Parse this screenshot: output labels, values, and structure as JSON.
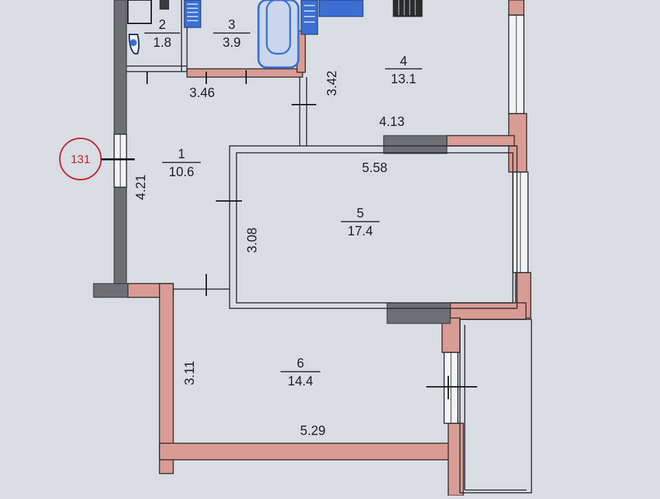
{
  "plan": {
    "marker": {
      "label": "131",
      "color": "#c41e2e"
    },
    "rooms": [
      {
        "number": "1",
        "area": "10.6"
      },
      {
        "number": "2",
        "area": "1.8"
      },
      {
        "number": "3",
        "area": "3.9"
      },
      {
        "number": "4",
        "area": "13.1"
      },
      {
        "number": "5",
        "area": "17.4"
      },
      {
        "number": "6",
        "area": "14.4"
      }
    ],
    "dimensions": [
      "3.46",
      "3.42",
      "4.13",
      "5.58",
      "4.21",
      "3.08",
      "3.11",
      "5.29"
    ]
  },
  "colors": {
    "paper": "#d8dde4",
    "exterior_wall": "#d99c94",
    "bearing_wall": "#6e6f72",
    "partition_line": "#2a2c30",
    "window": "#f2f3f5",
    "fixture_blue": "#3b6fd1"
  }
}
